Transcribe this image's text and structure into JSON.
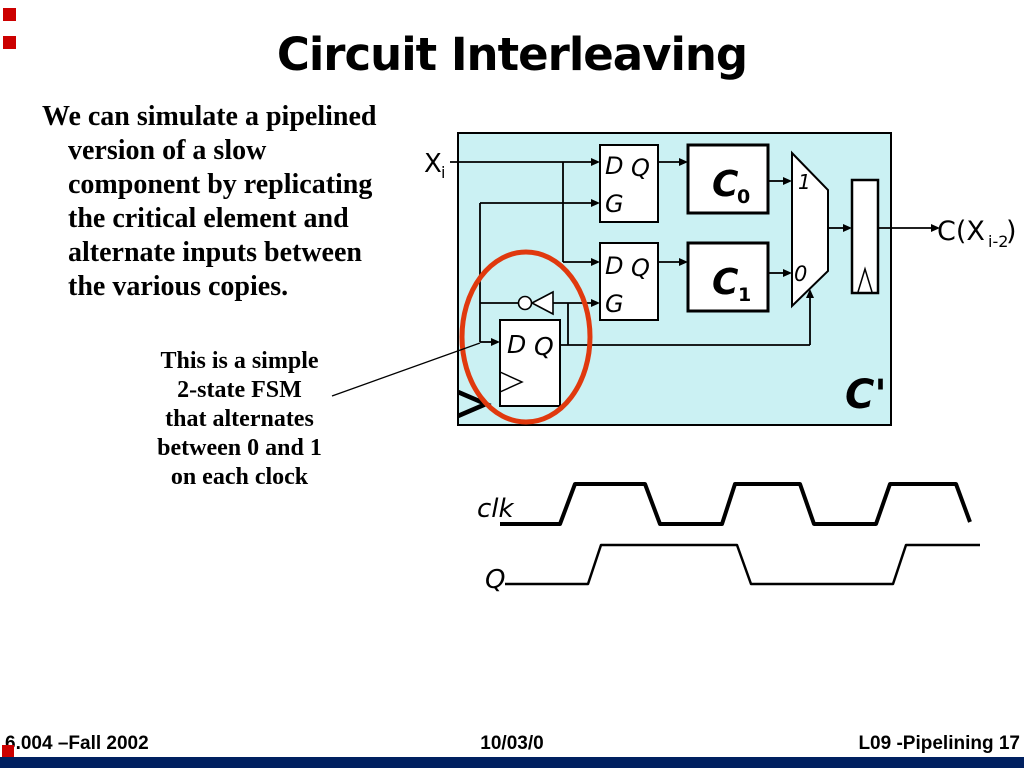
{
  "slide": {
    "title": "Circuit Interleaving",
    "body_lines": [
      "We can simulate a pipelined",
      "version of a slow",
      "component by replicating",
      "the critical element and",
      "alternate inputs between",
      "the various copies."
    ],
    "annotation_lines": [
      "This is a simple",
      "2-state FSM",
      "that alternates",
      "between 0 and 1",
      "on each clock"
    ],
    "footer": {
      "left": "6.004 –Fall 2002",
      "center": "10/03/0",
      "right": "L09 -Pipelining  17"
    }
  },
  "diagram": {
    "input_label": {
      "main": "X",
      "sub": "i"
    },
    "latch1": {
      "d": "D",
      "q": "Q",
      "g": "G"
    },
    "latch2": {
      "d": "D",
      "q": "Q",
      "g": "G"
    },
    "c0": {
      "main": "C",
      "sub": "0"
    },
    "c1": {
      "main": "C",
      "sub": "1"
    },
    "mux": {
      "in1": "1",
      "in0": "0"
    },
    "fsm_ff": {
      "d": "D",
      "q": "Q"
    },
    "block_label": "C'",
    "output_label": {
      "main": "C(X",
      "sub": "i-2",
      "close": ")"
    }
  },
  "waveforms": {
    "clk_label": "clk",
    "q_label": "Q"
  },
  "colors": {
    "diagram_bg": "#cbf1f3",
    "highlight_ellipse": "#e0390e",
    "accent_square": "#cc0000",
    "footer_bar": "#002060"
  }
}
